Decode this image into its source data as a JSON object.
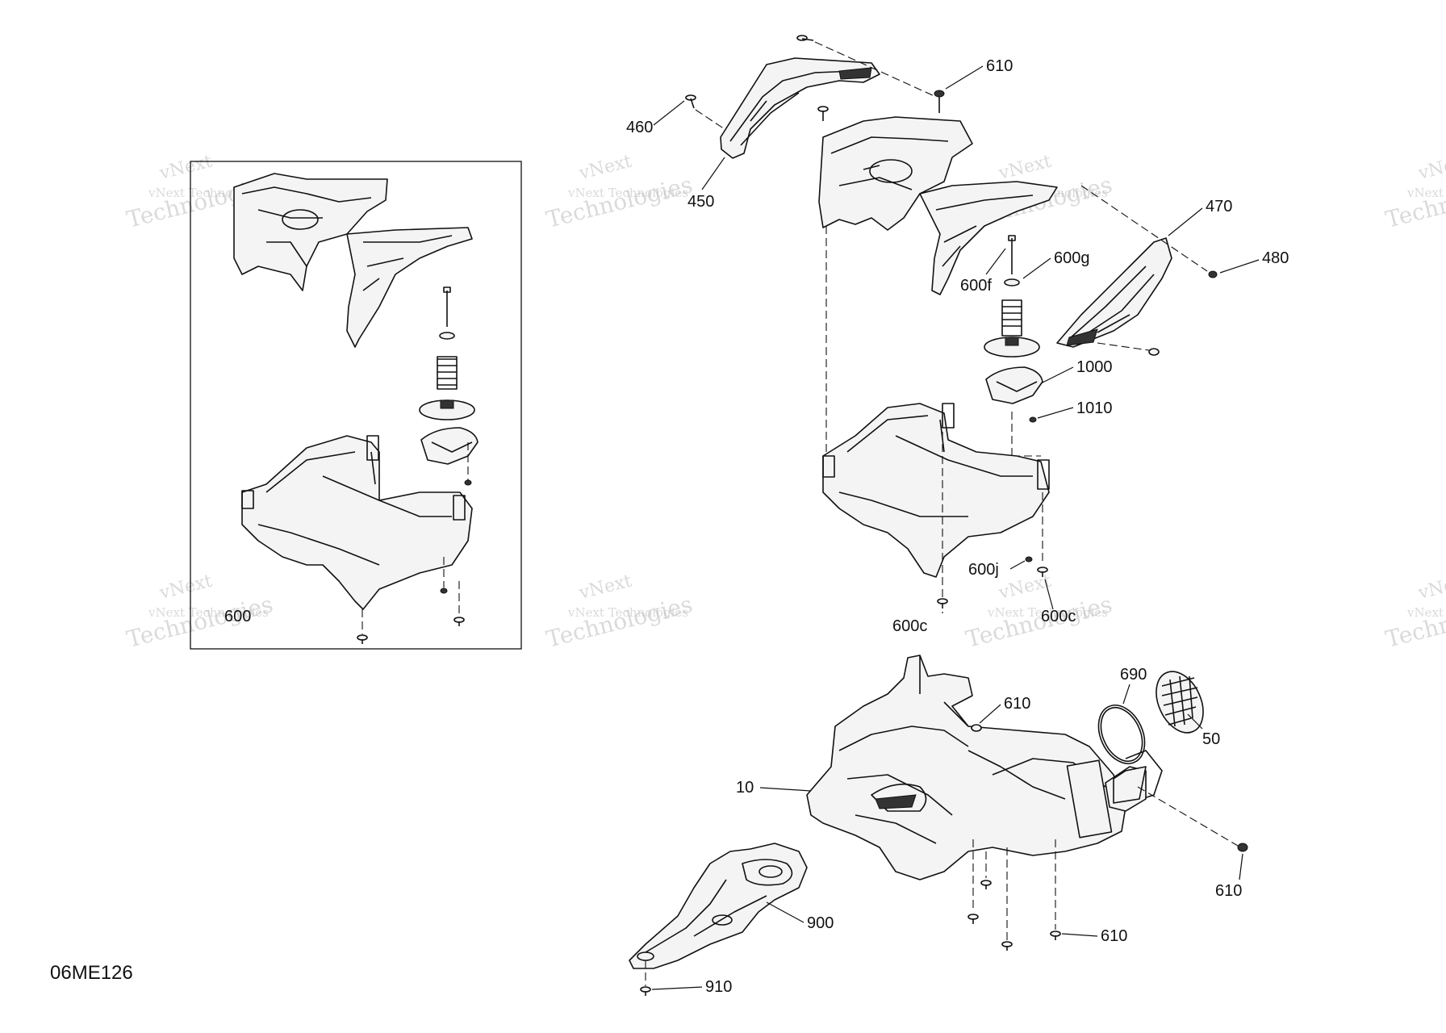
{
  "diagram": {
    "code": "06ME126",
    "watermark": {
      "line1": "vNext Technologies",
      "line2": "vNext",
      "line3": "Technologies"
    },
    "callouts": {
      "c610_top": "610",
      "c460": "460",
      "c450": "450",
      "c470": "470",
      "c480": "480",
      "c600g": "600g",
      "c600f": "600f",
      "c1000": "1000",
      "c1010": "1010",
      "c600j": "600j",
      "c600c_left": "600c",
      "c600c_right": "600c",
      "c600": "600",
      "c690": "690",
      "c610_mid": "610",
      "c50": "50",
      "c10": "10",
      "c610_right": "610",
      "c610_bottom": "610",
      "c900": "900",
      "c910": "910"
    }
  }
}
